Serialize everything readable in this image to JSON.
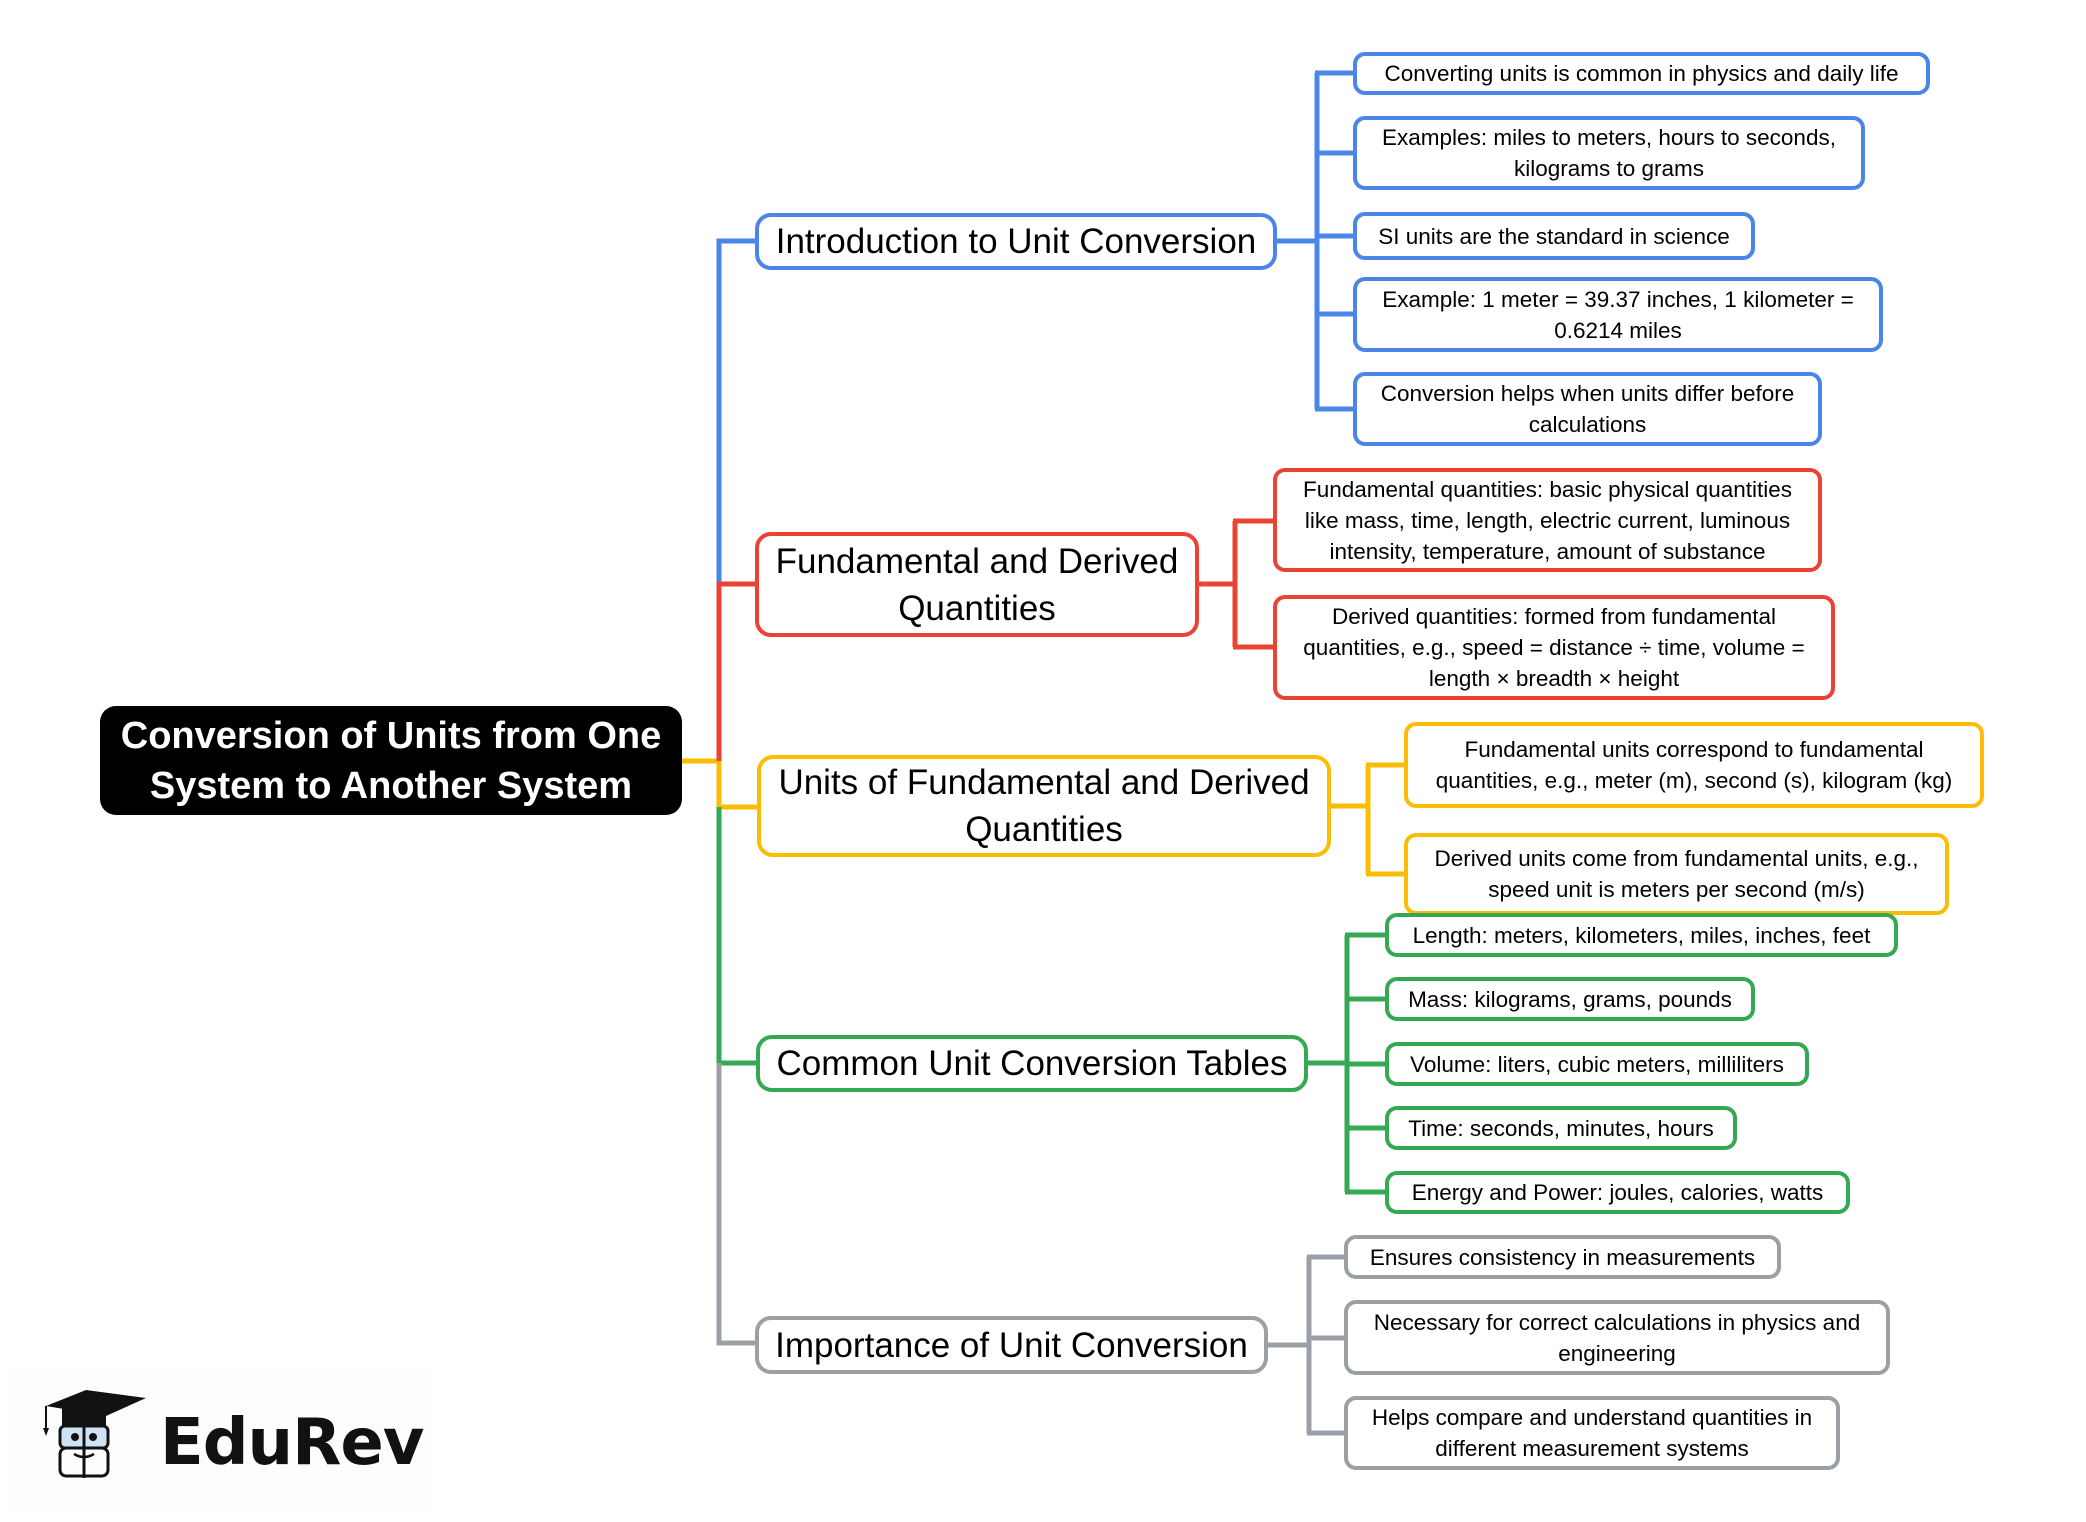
{
  "root": {
    "label": "Conversion of Units from One System to Another System"
  },
  "colors": {
    "blue": "#4a86e8",
    "red": "#ea4335",
    "yellow": "#fbbc04",
    "green": "#34a853",
    "grey": "#9aa0a6",
    "root_bg": "#000000"
  },
  "branches": [
    {
      "label": "Introduction to Unit Conversion",
      "color": "blue",
      "children": [
        "Converting units is common in physics and daily life",
        "Examples: miles to meters, hours to seconds, kilograms to grams",
        "SI units are the standard in science",
        "Example: 1 meter = 39.37 inches, 1 kilometer = 0.6214 miles",
        "Conversion helps when units differ before calculations"
      ]
    },
    {
      "label": "Fundamental and Derived Quantities",
      "color": "red",
      "children": [
        "Fundamental quantities: basic physical quantities like mass, time, length, electric current, luminous intensity, temperature, amount of substance",
        "Derived quantities: formed from fundamental quantities, e.g., speed = distance ÷ time, volume = length × breadth × height"
      ]
    },
    {
      "label": "Units of Fundamental and Derived Quantities",
      "color": "yellow",
      "children": [
        "Fundamental units correspond to fundamental quantities, e.g., meter (m), second (s), kilogram (kg)",
        "Derived units come from fundamental units, e.g., speed unit is meters per second (m/s)"
      ]
    },
    {
      "label": "Common Unit Conversion Tables",
      "color": "green",
      "children": [
        "Length: meters, kilometers, miles, inches, feet",
        "Mass: kilograms, grams, pounds",
        "Volume: liters, cubic meters, milliliters",
        "Time: seconds, minutes, hours",
        "Energy and Power: joules, calories, watts"
      ]
    },
    {
      "label": "Importance of Unit Conversion",
      "color": "grey",
      "children": [
        "Ensures consistency in measurements",
        "Necessary for correct calculations in physics and engineering",
        "Helps compare and understand quantities in different measurement systems"
      ]
    }
  ],
  "logo": {
    "text": "EduRev",
    "icon": "graduation-cap-mascot-icon"
  }
}
